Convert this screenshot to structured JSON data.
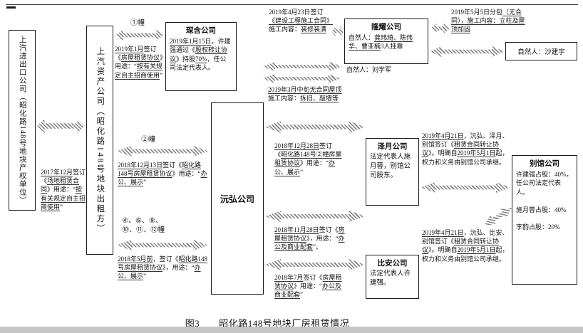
{
  "figure": {
    "caption": "图3　　昭化路148号地块厂房租赁情况"
  },
  "boxes": {
    "saic_ie": {
      "label": "上汽进出口公司（昭化路148号地块产权单位）"
    },
    "saic_asset": {
      "label": "上汽资产公司（昭化路148号地块出租方）"
    },
    "chenhan": {
      "title": "琛含公司",
      "body": [
        {
          "t": "2019年1月15日",
          "u": true
        },
        {
          "t": "，许建强通过《",
          "u": false
        },
        {
          "t": "股权转让协议",
          "u": true
        },
        {
          "t": "》持股",
          "u": false
        },
        {
          "t": "70%",
          "u": true
        },
        {
          "t": "，任公司法定代表人。",
          "u": false
        }
      ]
    },
    "longyao": {
      "title": "隆耀公司",
      "body": [
        {
          "t": "自然人：",
          "u": false
        },
        {
          "t": "龚玮琦、陈伟华、曹亚楠",
          "u": true
        },
        {
          "t": "3人挂靠",
          "u": false
        }
      ]
    },
    "sha": {
      "label": "自然人：沙建宇"
    },
    "yuanhong": {
      "title": "沅弘公司"
    },
    "zeyue": {
      "title": "泽月公司",
      "body": [
        {
          "t": "法定代表人施月蓉，别馆公司股东。",
          "u": false
        }
      ]
    },
    "bieguan": {
      "title": "别馆公司",
      "body": [
        {
          "t": "许建强占股：40%，任公司法定代表人。\n\n",
          "u": false
        },
        {
          "t": "施月蓉占股：40%\n\n",
          "u": false
        },
        {
          "t": "李韵占股：20%",
          "u": false
        }
      ]
    },
    "bian": {
      "title": "比安公司",
      "body": [
        {
          "t": "法定代表人许建强。",
          "u": false
        }
      ]
    }
  },
  "labels": {
    "bldg1": "①幢",
    "bldg2": "②幢",
    "bldg_group": "④、⑥、⑨、\n⑩、⑪、⑫幢",
    "liu": "自然人：刘学军"
  },
  "notes": {
    "saic_lease": [
      {
        "t": "2017年12月",
        "u": true
      },
      {
        "t": "签订《",
        "u": false
      },
      {
        "t": "场地租赁合同",
        "u": true
      },
      {
        "t": "》用途：“",
        "u": false
      },
      {
        "t": "按有关规定自主招商使用",
        "u": true
      },
      {
        "t": "”",
        "u": false
      }
    ],
    "bldg1_lease": [
      {
        "t": "2019年1月",
        "u": true
      },
      {
        "t": "签订《",
        "u": false
      },
      {
        "t": "房屋租赁协议",
        "u": true
      },
      {
        "t": "》用途：“",
        "u": false
      },
      {
        "t": "按有关规定自主招商使用",
        "u": true
      },
      {
        "t": "”",
        "u": false
      }
    ],
    "construction": [
      {
        "t": "2019年4月23日签订",
        "u": false
      },
      {
        "t": "《建设工程施工合同》",
        "u": true
      },
      {
        "t": "施工内容：",
        "u": false
      },
      {
        "t": "装修装潢",
        "u": true
      }
    ],
    "subcontract": [
      {
        "t": "2019年5月5日分包",
        "u": false
      },
      {
        "t": "（无合同），施工内容：",
        "u": true
      },
      {
        "t": "立柱及屋顶加固",
        "u": true
      }
    ],
    "liu_roof": [
      {
        "t": "2019年3月中旬无合同屋顶",
        "u": true
      },
      {
        "t": "\n施工内容：",
        "u": false
      },
      {
        "t": "拆旧、敲墙等",
        "u": true
      }
    ],
    "bldg2_lease": [
      {
        "t": "2018年12月13日",
        "u": true
      },
      {
        "t": "签订《",
        "u": false
      },
      {
        "t": "昭化路148号房屋租赁协议",
        "u": true
      },
      {
        "t": "》用途：“",
        "u": false
      },
      {
        "t": "办公、展示",
        "u": true
      },
      {
        "t": "”",
        "u": false
      }
    ],
    "bldg_group_lease": [
      {
        "t": "2018年5月前",
        "u": true
      },
      {
        "t": "，签订《",
        "u": false
      },
      {
        "t": "昭化路148号房屋租赁协议",
        "u": true
      },
      {
        "t": "》，用途：“",
        "u": false
      },
      {
        "t": "办公、展示",
        "u": true
      },
      {
        "t": "”",
        "u": false
      }
    ],
    "zeyue_lease": [
      {
        "t": "2018年12月28日",
        "u": true
      },
      {
        "t": "签订《",
        "u": false
      },
      {
        "t": "昭化路148号②幢房屋租赁协议",
        "u": true
      },
      {
        "t": "》用途：“",
        "u": false
      },
      {
        "t": "办公、展示",
        "u": true
      },
      {
        "t": "”",
        "u": false
      }
    ],
    "zeyue_transfer": [
      {
        "t": "2019年4月21日",
        "u": true
      },
      {
        "t": "，沅弘、泽月、别馆签订《",
        "u": false
      },
      {
        "t": "租赁合同转让协议",
        "u": true
      },
      {
        "t": "》。明确自",
        "u": false
      },
      {
        "t": "2019年5月1日",
        "u": true
      },
      {
        "t": "起，权力和义务由别馆公司承继。",
        "u": false
      }
    ],
    "bian_lease_upper": [
      {
        "t": "2018年11月28日",
        "u": true
      },
      {
        "t": "签订《",
        "u": false
      },
      {
        "t": "房屋租赁协议",
        "u": true
      },
      {
        "t": "》，用途：“",
        "u": false
      },
      {
        "t": "办公及商业配套",
        "u": true
      },
      {
        "t": "”。",
        "u": false
      }
    ],
    "bian_lease_lower": [
      {
        "t": "2018年7月",
        "u": true
      },
      {
        "t": "签订《",
        "u": false
      },
      {
        "t": "房屋租赁协议",
        "u": true
      },
      {
        "t": "》用途：“",
        "u": false
      },
      {
        "t": "办公及商业配套",
        "u": true
      },
      {
        "t": "”",
        "u": false
      }
    ],
    "bian_transfer": [
      {
        "t": "2019年4月21日",
        "u": true
      },
      {
        "t": "，沅弘、比安、别馆签订《",
        "u": false
      },
      {
        "t": "租赁合同转让协议",
        "u": true
      },
      {
        "t": "》。明确自",
        "u": false
      },
      {
        "t": "2019年5月1日",
        "u": true
      },
      {
        "t": "起，权力和义务由别馆公司承继。",
        "u": false
      }
    ]
  }
}
